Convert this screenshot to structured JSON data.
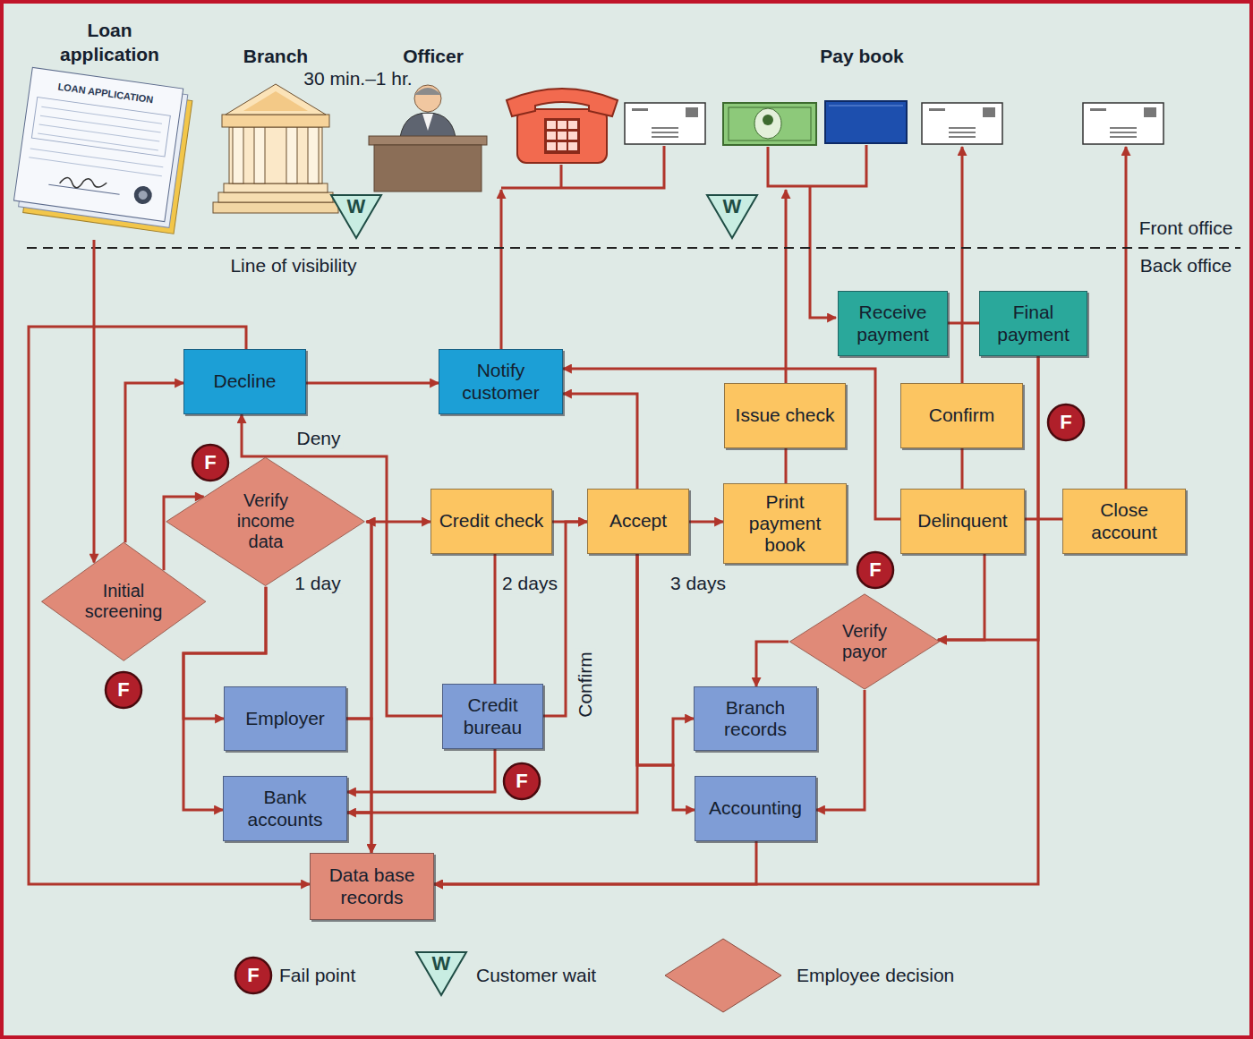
{
  "diagram": {
    "nodes": [
      {
        "text": [
          "Loan application"
        ]
      },
      {
        "text": [
          "Decline"
        ]
      },
      {
        "text": [
          "Notify customer"
        ]
      },
      {
        "text": [
          "Receive payment"
        ]
      },
      {
        "text": [
          "Final payment"
        ]
      },
      {
        "text": [
          "Issue check"
        ]
      },
      {
        "text": [
          "Confirm"
        ]
      },
      {
        "text": [
          "Verify income data"
        ]
      },
      {
        "text": [
          "Credit check"
        ]
      },
      {
        "text": [
          "Accept"
        ]
      },
      {
        "text": [
          "Print payment book"
        ]
      },
      {
        "text": [
          "Delinquent"
        ]
      },
      {
        "text": [
          "Close account"
        ]
      },
      {
        "text": [
          "Initial screening"
        ]
      },
      {
        "text": [
          "Verify payor"
        ]
      },
      {
        "text": [
          "Employer"
        ]
      },
      {
        "text": [
          "Credit bureau"
        ]
      },
      {
        "text": [
          "Branch records"
        ]
      },
      {
        "text": [
          "Bank accounts"
        ]
      },
      {
        "text": [
          "Accounting"
        ]
      },
      {
        "text": [
          "Data base records"
        ]
      }
    ],
    "edges": [
      {
        "from": 0,
        "to": 13,
        "arrow": "to"
      },
      {
        "from": 13,
        "to": 1,
        "arrow": "to"
      },
      {
        "from": 13,
        "to": 7,
        "arrow": "to"
      },
      {
        "from": 1,
        "to": 2,
        "arrow": "to"
      },
      {
        "from": 1,
        "to": 20,
        "arrow": "to"
      },
      {
        "from": 7,
        "to": 8,
        "arrow": "to"
      },
      {
        "from": 7,
        "to": 15,
        "label": "1 day",
        "arrow": "to"
      },
      {
        "from": 7,
        "to": 18,
        "arrow": "to"
      },
      {
        "from": 15,
        "to": 7,
        "arrow": "to"
      },
      {
        "from": 15,
        "to": 20,
        "arrow": "to"
      },
      {
        "from": 18,
        "to": 7,
        "arrow": "to"
      },
      {
        "from": 18,
        "to": 20,
        "arrow": "to"
      },
      {
        "from": 8,
        "to": 16,
        "label": "2 days",
        "arrow": "none"
      },
      {
        "from": 16,
        "to": 9,
        "label": "Confirm",
        "arrow": "to"
      },
      {
        "from": 16,
        "to": 1,
        "label": "Deny",
        "arrow": "to"
      },
      {
        "from": 16,
        "to": 18,
        "arrow": "to"
      },
      {
        "from": 8,
        "to": 9,
        "arrow": "to"
      },
      {
        "from": 9,
        "to": 2,
        "arrow": "to"
      },
      {
        "from": 9,
        "to": 10,
        "label": "3 days",
        "arrow": "to"
      },
      {
        "from": 9,
        "to": 18,
        "arrow": "to"
      },
      {
        "from": 9,
        "to": 17,
        "arrow": "to"
      },
      {
        "from": 9,
        "to": 19,
        "arrow": "to"
      },
      {
        "from": 10,
        "to": 5,
        "arrow": "none"
      },
      {
        "from": 11,
        "to": 2,
        "arrow": "to"
      },
      {
        "from": 11,
        "to": 6,
        "arrow": "none"
      },
      {
        "from": 11,
        "to": 14,
        "arrow": "to"
      },
      {
        "from": 4,
        "to": 14,
        "arrow": "to"
      },
      {
        "from": 4,
        "to": 20,
        "arrow": "to"
      },
      {
        "from": 3,
        "to": 4,
        "arrow": "none"
      },
      {
        "from": 11,
        "to": 12,
        "arrow": "none"
      },
      {
        "from": 14,
        "to": 17,
        "arrow": "to"
      },
      {
        "from": 14,
        "to": 19,
        "arrow": "to"
      },
      {
        "from": 19,
        "to": 20,
        "arrow": "to"
      }
    ],
    "labels": [
      "LOAN APPLICATION",
      "Branch",
      "30 min.–1 hr.",
      "Officer",
      "Pay book",
      "Front office",
      "Line of visibility",
      "Back office",
      "W",
      "W",
      "F",
      "F",
      "F",
      "F",
      "F",
      "F",
      "W"
    ],
    "legend": [
      {
        "text": "Fail point"
      },
      {
        "text": "Customer wait"
      },
      {
        "text": "Employee decision",
        "color": "#e08a78"
      }
    ]
  }
}
